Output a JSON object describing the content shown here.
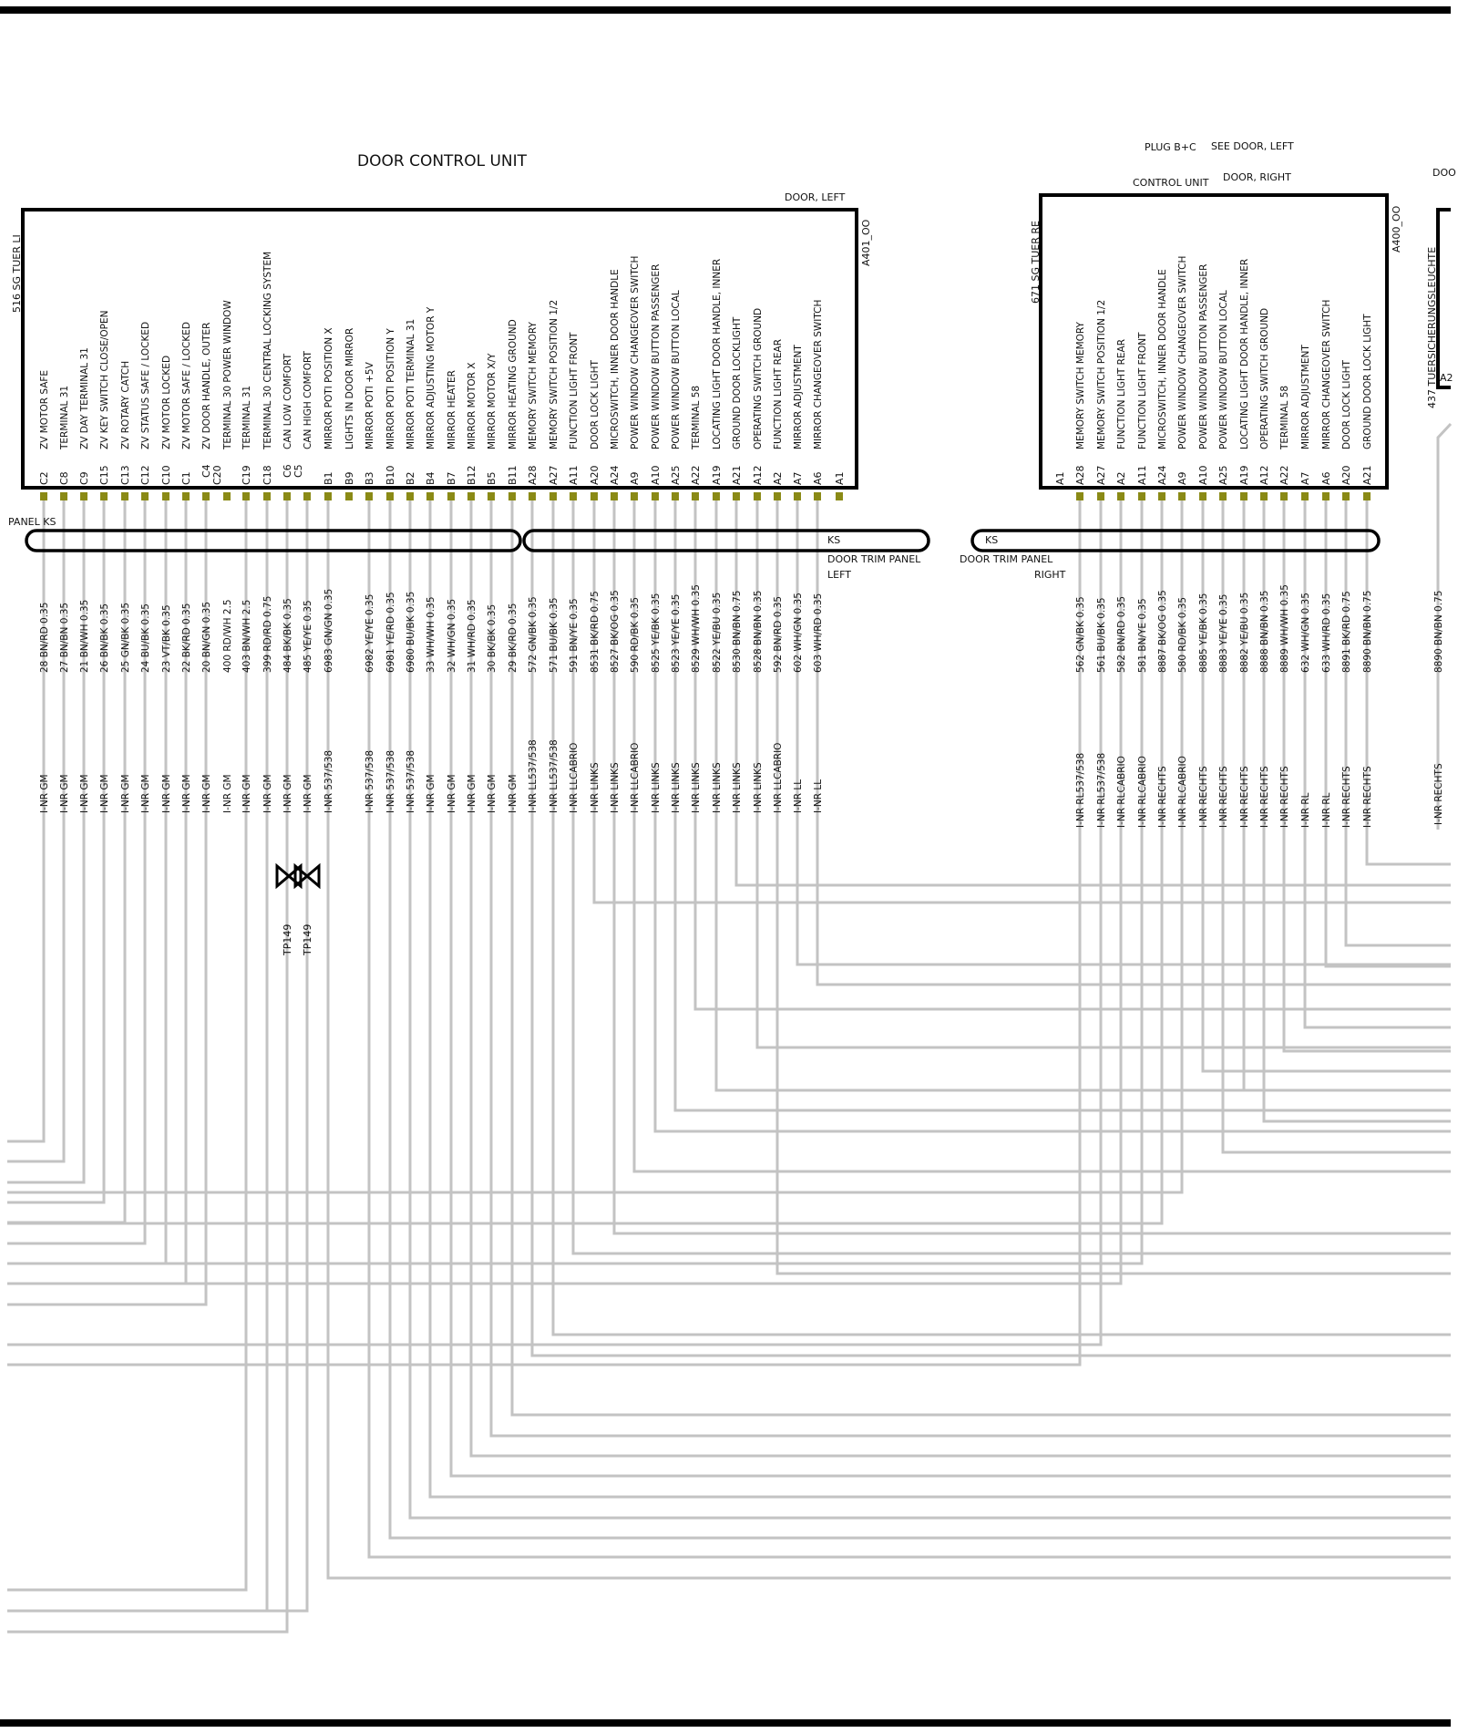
{
  "labels": {
    "title": "DOOR CONTROL UNIT",
    "door_left": "DOOR, LEFT",
    "left_unit_id": "516 SG TUER LI",
    "left_unit_code": "A401_OO",
    "panel_ks": "PANEL KS",
    "ks_left": "KS",
    "trim_left_1": "DOOR TRIM PANEL",
    "trim_left_2": "LEFT",
    "ks_right": "KS",
    "trim_right_1": "DOOR TRIM PANEL",
    "trim_right_2": "RIGHT",
    "plug": "PLUG B+C",
    "see_door_left": "SEE DOOR, LEFT",
    "control_unit": "CONTROL UNIT",
    "door_right": "DOOR, RIGHT",
    "right_unit_id": "671 SG TUER RE",
    "right_unit_code": "A400_OO",
    "third_unit_id": "437 TUERSICHERUNGSLEUCHTE",
    "third_unit_pin": "A2",
    "third_unit_head": "DOO",
    "tp1": "TP149",
    "tp2": "TP149"
  },
  "left_pins": [
    {
      "pin": "C2",
      "func": "ZV   MOTOR   SAFE",
      "wire": "28 BN/RD 0.35",
      "harness": "I-NR GM"
    },
    {
      "pin": "C8",
      "func": "TERMINAL 31",
      "wire": "27 BN/BN 0.35",
      "harness": "I-NR GM"
    },
    {
      "pin": "C9",
      "func": "ZV   DAY    TERMINAL 31",
      "wire": "21 BN/WH 0.35",
      "harness": "I-NR GM"
    },
    {
      "pin": "C15",
      "func": "ZV   KEY   SWITCH  CLOSE/OPEN",
      "wire": "26 BN/BK 0.35",
      "harness": "I-NR GM"
    },
    {
      "pin": "C13",
      "func": "ZV   ROTARY CATCH",
      "wire": "25 GN/BK 0.35",
      "harness": "I-NR GM"
    },
    {
      "pin": "C12",
      "func": "ZV   STATUS  SAFE  /  LOCKED",
      "wire": "24 BU/BK 0.35",
      "harness": "I-NR GM"
    },
    {
      "pin": "C10",
      "func": "ZV   MOTOR  LOCKED",
      "wire": "23 VT/BK 0.35",
      "harness": "I-NR GM"
    },
    {
      "pin": "C1",
      "func": "ZV   MOTOR   SAFE  /  LOCKED",
      "wire": "22 BK/RD 0.35",
      "harness": "I-NR GM"
    },
    {
      "pin": "C4",
      "func": "ZV   DOOR HANDLE,  OUTER",
      "wire": "20 BN/GN 0.35",
      "harness": "I-NR GM"
    },
    {
      "pin": "C20",
      "func": "TERMINAL 30 POWER WINDOW",
      "wire": "400 RD/WH 2.5",
      "harness": "I-NR GM"
    },
    {
      "pin": "C19",
      "func": "TERMINAL 31",
      "wire": "403 BN/WH 2.5",
      "harness": "I-NR GM"
    },
    {
      "pin": "C18",
      "func": "TERMINAL 30 CENTRAL LOCKING SYSTEM",
      "wire": "399 RD/RD 0.75",
      "harness": "I-NR GM"
    },
    {
      "pin": "C6",
      "func": "CAN LOW COMFORT",
      "wire": "484 BK/BK 0.35",
      "harness": "I-NR GM"
    },
    {
      "pin": "C5",
      "func": "CAN HIGH COMFORT",
      "wire": "485 YE/YE 0.35",
      "harness": "I-NR GM"
    },
    {
      "pin": "B1",
      "func": "MIRROR  POTI  POSITION  X",
      "wire": "6983 GN/GN 0.35",
      "harness": "I-NR 537/538"
    },
    {
      "pin": "B9",
      "func": "LIGHTS  IN DOOR MIRROR",
      "wire": "",
      "harness": ""
    },
    {
      "pin": "B3",
      "func": "MIRROR   POTI  +5V",
      "wire": "6982 YE/YE 0.35",
      "harness": "I-NR 537/538"
    },
    {
      "pin": "B10",
      "func": "MIRROR   POTI  POSITION Y",
      "wire": "6981 YE/RD 0.35",
      "harness": "I-NR 537/538"
    },
    {
      "pin": "B2",
      "func": "MIRROR   POTI  TERMINAL 31",
      "wire": "6980 BU/BK 0.35",
      "harness": "I-NR 537/538"
    },
    {
      "pin": "B4",
      "func": "MIRROR   ADJUSTING MOTOR Y",
      "wire": "33 WH/WH 0.35",
      "harness": "I-NR GM"
    },
    {
      "pin": "B7",
      "func": "MIRROR   HEATER",
      "wire": "32 WH/GN 0.35",
      "harness": "I-NR GM"
    },
    {
      "pin": "B12",
      "func": "MIRROR    MOTOR  X",
      "wire": "31 WH/RD 0.35",
      "harness": "I-NR GM"
    },
    {
      "pin": "B5",
      "func": "MIRROR    MOTOR  X/Y",
      "wire": "30 BK/BK 0.35",
      "harness": "I-NR GM"
    },
    {
      "pin": "B11",
      "func": "MIRROR HEATING  GROUND",
      "wire": "29 BK/RD 0.35",
      "harness": "I-NR GM"
    },
    {
      "pin": "A28",
      "func": "MEMORY SWITCH  MEMORY",
      "wire": "572 GN/BK 0.35",
      "harness": "I-NR LL537/538"
    },
    {
      "pin": "A27",
      "func": "MEMORY SWITCH  POSITION 1/2",
      "wire": "571 BU/BK 0.35",
      "harness": "I-NR LL537/538"
    },
    {
      "pin": "A11",
      "func": "FUNCTION  LIGHT  FRONT",
      "wire": "591 BN/YE 0.35",
      "harness": "I-NR LLCABRIO"
    },
    {
      "pin": "A20",
      "func": "DOOR LOCK LIGHT",
      "wire": "8531 BK/RD 0.75",
      "harness": "I-NR LINKS"
    },
    {
      "pin": "A24",
      "func": "MICROSWITCH, INNER DOOR HANDLE",
      "wire": "8527 BK/OG 0.35",
      "harness": "I-NR LINKS"
    },
    {
      "pin": "A9",
      "func": "POWER WINDOW   CHANGEOVER SWITCH",
      "wire": "590 RD/BK 0.35",
      "harness": "I-NR LLCABRIO"
    },
    {
      "pin": "A10",
      "func": "POWER WINDOW   BUTTON PASSENGER",
      "wire": "8525 YE/BK 0.35",
      "harness": "I-NR LINKS"
    },
    {
      "pin": "A25",
      "func": "POWER WINDOW  BUTTON  LOCAL",
      "wire": "8523 YE/YE 0.35",
      "harness": "I-NR LINKS"
    },
    {
      "pin": "A22",
      "func": "TERMINAL 58",
      "wire": "8529 WH/WH 0.35",
      "harness": "I-NR LINKS"
    },
    {
      "pin": "A19",
      "func": "LOCATING LIGHT DOOR HANDLE, INNER",
      "wire": "8522 YE/BU 0.35",
      "harness": "I-NR LINKS"
    },
    {
      "pin": "A21",
      "func": "GROUND  DOOR LOCKLIGHT",
      "wire": "8530 BN/BN 0.75",
      "harness": "I-NR LINKS"
    },
    {
      "pin": "A12",
      "func": "OPERATING SWITCH GROUND",
      "wire": "8528 BN/BN 0.35",
      "harness": "I-NR LINKS"
    },
    {
      "pin": "A2",
      "func": "FUNCTION  LIGHT REAR",
      "wire": "592 BN/RD 0.35",
      "harness": "I-NR LLCABRIO"
    },
    {
      "pin": "A7",
      "func": "MIRROR ADJUSTMENT",
      "wire": "602 WH/GN 0.35",
      "harness": "I-NR LL"
    },
    {
      "pin": "A6",
      "func": "MIRROR CHANGEOVER SWITCH",
      "wire": "603 WH/RD 0.35",
      "harness": "I-NR LL"
    },
    {
      "pin": "A1",
      "func": "",
      "wire": "",
      "harness": ""
    }
  ],
  "right_pins": [
    {
      "pin": "A1",
      "func": "",
      "wire": "",
      "harness": ""
    },
    {
      "pin": "A28",
      "func": "MEMORY SWITCH  MEMORY",
      "wire": "562 GN/BK 0.35",
      "harness": "I-NR RL537/538"
    },
    {
      "pin": "A27",
      "func": "MEMORY SWITCH  POSITION 1/2",
      "wire": "561 BU/BK 0.35",
      "harness": "I-NR RL537/538"
    },
    {
      "pin": "A2",
      "func": "FUNCTION  LIGHT  REAR",
      "wire": "582 BN/RD 0.35",
      "harness": "I-NR RLCABRIO"
    },
    {
      "pin": "A11",
      "func": "FUNCTION  LIGHT  FRONT",
      "wire": "581 BN/YE 0.35",
      "harness": "I-NR RLCABRIO"
    },
    {
      "pin": "A24",
      "func": "MICROSWITCH,  INNER DOOR HANDLE",
      "wire": "8887 BK/OG 0.35",
      "harness": "I-NR RECHTS"
    },
    {
      "pin": "A9",
      "func": "POWER WINDOW   CHANGEOVER SWITCH",
      "wire": "580 RD/BK 0.35",
      "harness": "I-NR RLCABRIO"
    },
    {
      "pin": "A10",
      "func": "POWER WINDOW   BUTTON PASSENGER",
      "wire": "8885 YE/BK 0.35",
      "harness": "I-NR RECHTS"
    },
    {
      "pin": "A25",
      "func": "POWER WINDOW BUTTON LOCAL",
      "wire": "8883 YE/YE 0.35",
      "harness": "I-NR RECHTS"
    },
    {
      "pin": "A19",
      "func": "LOCATING LIGHT  DOOR HANDLE,  INNER",
      "wire": "8882 YE/BU 0.35",
      "harness": "I-NR RECHTS"
    },
    {
      "pin": "A12",
      "func": "OPERATING SWITCH  GROUND",
      "wire": "8888 BN/BN 0.35",
      "harness": "I-NR RECHTS"
    },
    {
      "pin": "A22",
      "func": "TERMINAL 58",
      "wire": "8889 WH/WH 0.35",
      "harness": "I-NR RECHTS"
    },
    {
      "pin": "A7",
      "func": "MIRROR ADJUSTMENT",
      "wire": "632 WH/GN 0.35",
      "harness": "I-NR RL"
    },
    {
      "pin": "A6",
      "func": "MIRROR CHANGEOVER SWITCH",
      "wire": "633 WH/RD 0.35",
      "harness": "I-NR RL"
    },
    {
      "pin": "A20",
      "func": "DOOR LOCK LIGHT",
      "wire": "8891 BK/RD 0.75",
      "harness": "I-NR RECHTS"
    },
    {
      "pin": "A21",
      "func": "GROUND  DOOR LOCK LIGHT",
      "wire": "8890 BN/BN 0.75",
      "harness": "I-NR RECHTS"
    }
  ],
  "third_wire": {
    "wire": "8890 BN/BN 0.75",
    "harness": "I-NR RECHTS"
  }
}
